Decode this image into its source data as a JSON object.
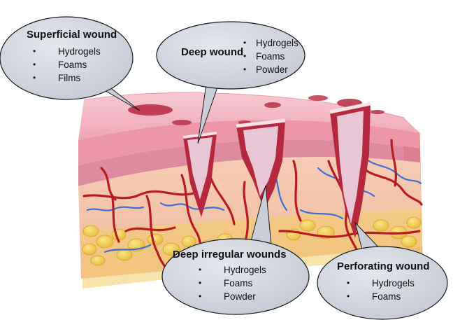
{
  "wounds": [
    {
      "id": "superficial",
      "title": "Superficial wound",
      "treatments": [
        "Hydrogels",
        "Foams",
        "Films"
      ]
    },
    {
      "id": "deep",
      "title": "Deep wound",
      "treatments": [
        "Hydrogels",
        "Foams",
        "Powder"
      ]
    },
    {
      "id": "deep-irregular",
      "title": "Deep irregular wounds",
      "treatments": [
        "Hydrogels",
        "Foams",
        "Powder"
      ]
    },
    {
      "id": "perforating",
      "title": "Perforating wound",
      "treatments": [
        "Hydrogels",
        "Foams"
      ]
    }
  ],
  "colors": {
    "bubble_fill": "#d3d7e0",
    "bubble_stroke": "#1a1a1a",
    "epidermis": "#f2b3c0",
    "dermis": "#f3c9ad",
    "fat": "#f1d05a",
    "artery": "#b81c22",
    "vein": "#3d6ed6",
    "wound": "#b5283e"
  },
  "icons": [
    "skin-block-illustration",
    "callout-bubble"
  ]
}
